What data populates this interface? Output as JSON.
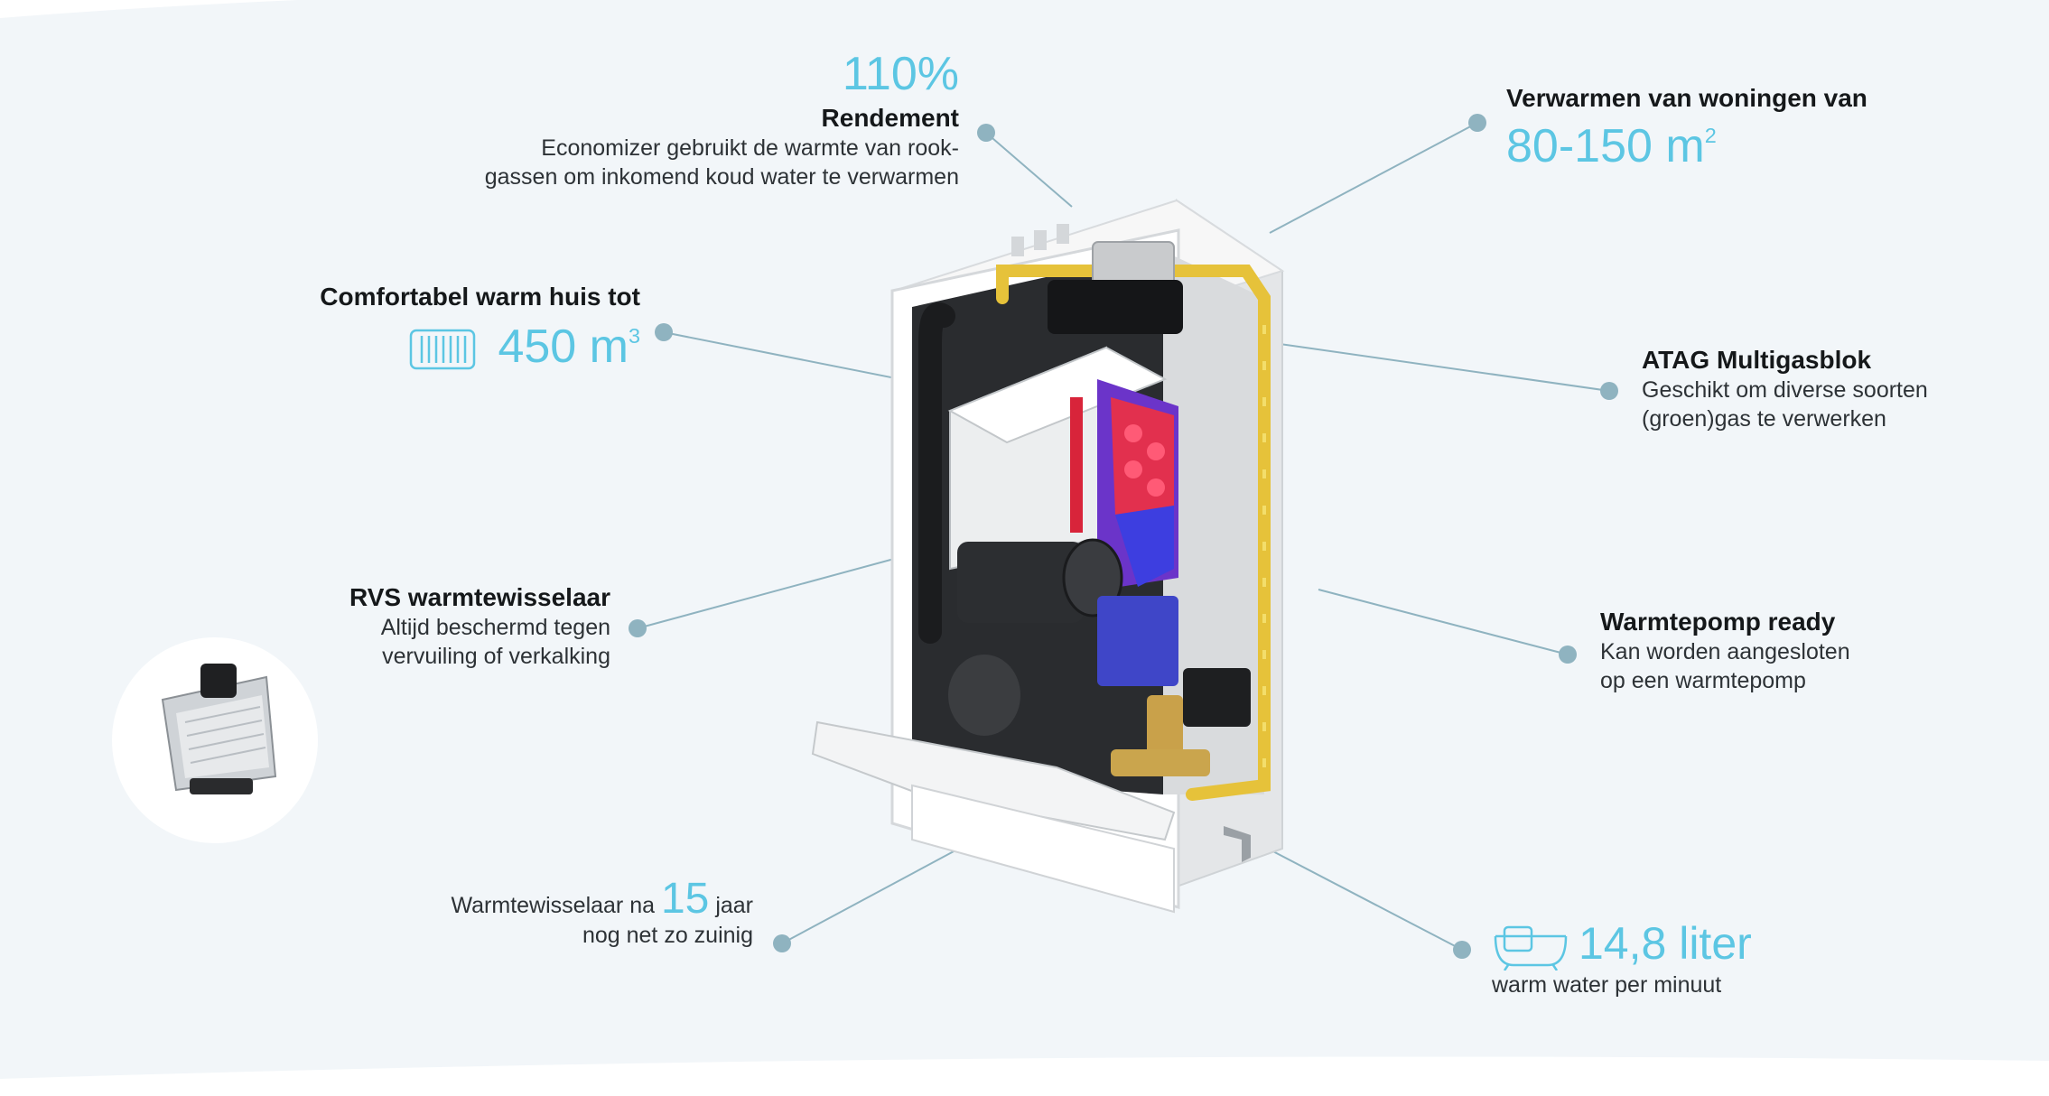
{
  "accent_color": "#5cc6e3",
  "line_color": "#8fb3c0",
  "callouts": {
    "efficiency": {
      "value": "110%",
      "title": "Rendement",
      "line1": "Economizer gebruikt de warmte van rook-",
      "line2": "gassen om inkomend koud water te verwarmen"
    },
    "area": {
      "title": "Verwarmen van woningen van",
      "value": "80-150 m",
      "unit_sup": "2"
    },
    "comfort": {
      "title": "Comfortabel warm huis tot",
      "icon": "radiator-icon",
      "value": "450 m",
      "unit_sup": "3"
    },
    "gasblock": {
      "title": "ATAG Multigasblok",
      "line1": "Geschikt om diverse soorten",
      "line2": "(groen)gas te verwerken"
    },
    "exchanger": {
      "title": "RVS warmtewisselaar",
      "line1": "Altijd beschermd tegen",
      "line2": "vervuiling of verkalking"
    },
    "heatpump": {
      "title": "Warmtepomp ready",
      "line1": "Kan worden aangesloten",
      "line2": "op een warmtepomp"
    },
    "years": {
      "prefix": "Warmtewisselaar na",
      "number": "15",
      "suffix": "jaar",
      "line2": "nog net zo zuinig"
    },
    "water": {
      "icon": "bathtub-icon",
      "value": "14,8 liter",
      "line2": "warm water per minuut"
    }
  }
}
